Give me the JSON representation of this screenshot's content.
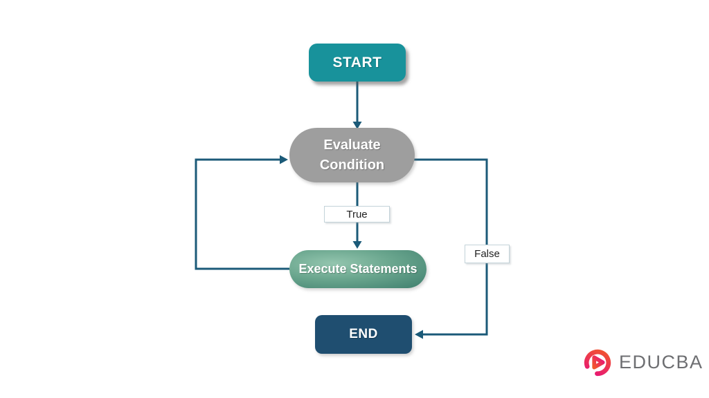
{
  "colors": {
    "start-fill": "#18929b",
    "evaluate-fill": "#9e9e9e",
    "exec-from": "#93c5ae",
    "exec-mid": "#6aa68e",
    "exec-to": "#3f7f6e",
    "end-fill": "#1f4e70",
    "line": "#1b5a78",
    "node-text": "#ffffff",
    "label-border": "#c3d3d9",
    "label-text": "#1f1f1f",
    "logo-red": "#f1582b",
    "logo-pink": "#e7117c",
    "logo-text-color": "#6d6e71"
  },
  "nodes": {
    "start": {
      "label": "START"
    },
    "evaluate": {
      "label": "Evaluate\nCondition"
    },
    "execute": {
      "label": "Execute Statements"
    },
    "end": {
      "label": "END"
    }
  },
  "edge_labels": {
    "true": "True",
    "false": "False"
  },
  "branding": {
    "logo_text": "EDUCBA"
  }
}
